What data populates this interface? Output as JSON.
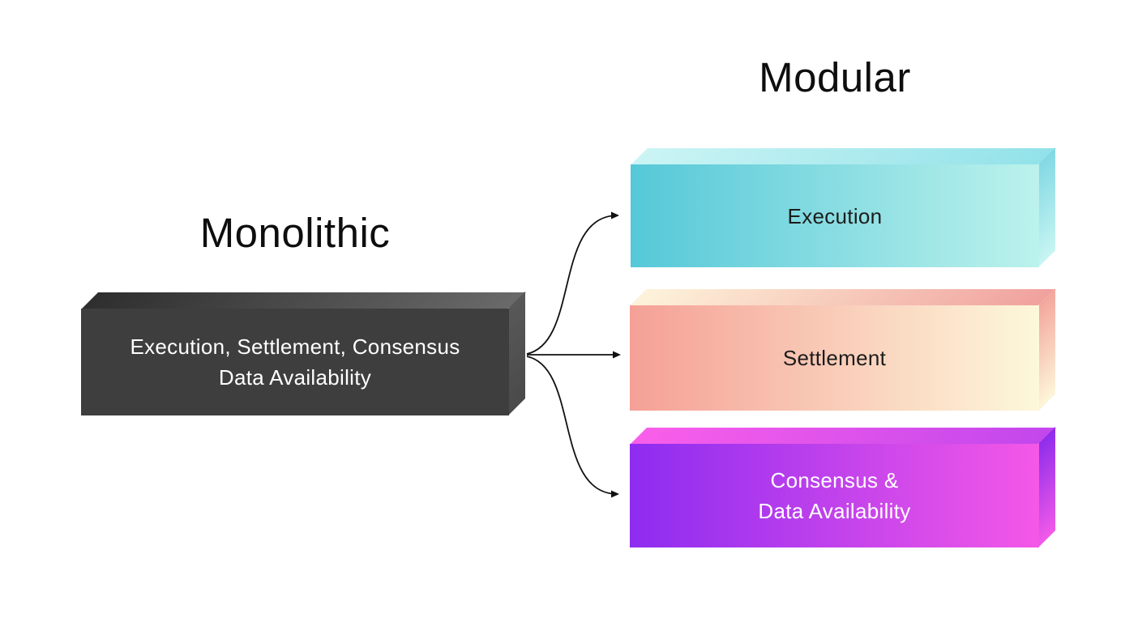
{
  "titles": {
    "monolithic": "Monolithic",
    "modular": "Modular"
  },
  "monolithic_box": {
    "label_line1": "Execution, Settlement, Consensus",
    "label_line2": "Data Availability",
    "text_color": "#ffffff",
    "front_left": "#3e3e3e",
    "front_right": "#3e3e3e",
    "top_left": "#2e2e2e",
    "top_right": "#6a6a6a",
    "side_top": "#585858",
    "side_bottom": "#4a4a4a"
  },
  "modular_boxes": {
    "execution": {
      "label": "Execution",
      "text_color": "#1c1c1c",
      "front_left": "#55c8d8",
      "front_right": "#bcf2ec",
      "top_left": "#cbf4f4",
      "top_right": "#92e2e9",
      "side_top": "#82d8e3",
      "side_bottom": "#c8f5f2"
    },
    "settlement": {
      "label": "Settlement",
      "text_color": "#1c1c1c",
      "front_left": "#f5a096",
      "front_right": "#fdf8da",
      "top_left": "#fdf3da",
      "top_right": "#f0a19d",
      "side_top": "#f3a69c",
      "side_bottom": "#fdf6d9"
    },
    "consensus": {
      "label_line1": "Consensus &",
      "label_line2": "Data Availability",
      "text_color": "#ffffff",
      "front_left": "#8d2cf0",
      "front_right": "#f458e7",
      "top_left": "#f95fe9",
      "top_right": "#c247ec",
      "side_top": "#8e2deb",
      "side_bottom": "#f25ae8"
    }
  },
  "arrows": {
    "color": "#111111"
  }
}
